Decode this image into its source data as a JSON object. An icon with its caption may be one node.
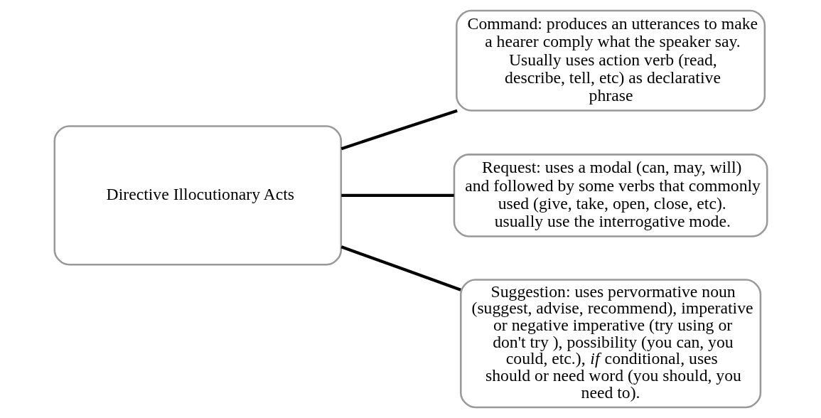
{
  "diagram": {
    "nodes": [
      {
        "text": [
          "Directive Illocutionary Acts"
        ]
      },
      {
        "text": [
          "Command: produces an utterances to make a hearer comply what the speaker say. Usually uses action verb (read, describe, tell, etc) as declarative phrase"
        ]
      },
      {
        "text": [
          "Request: uses a modal (can, may, will) and followed by some verbs that commonly used (give, take, open, close, etc). usually use the interrogative mode."
        ]
      },
      {
        "text": [
          "Suggestion: uses pervormative noun (suggest, advise, recommend), imperative or negative imperative (try using or don't try ), possibility (you can, you could, etc.), *if* conditional, uses should or need word (you should, you need to)."
        ]
      }
    ],
    "edges": [
      {
        "from": 0,
        "to": 1,
        "arrow": "none"
      },
      {
        "from": 0,
        "to": 2,
        "arrow": "none"
      },
      {
        "from": 0,
        "to": 3,
        "arrow": "none"
      }
    ]
  }
}
